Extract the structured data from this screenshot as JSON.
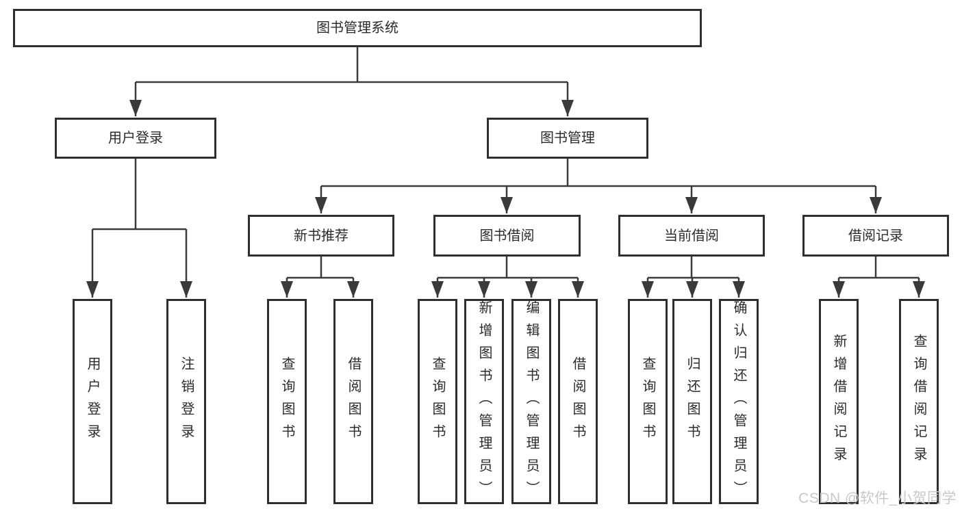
{
  "colors": {
    "line": "#3a3a3a",
    "box_border": "#2f2f2f",
    "text": "#2b2b2b",
    "watermark_text": "#c8c8c8",
    "background": "#ffffff"
  },
  "watermark": {
    "text": "CSDN @软件_小贺同学"
  },
  "tree": {
    "root": {
      "label": "图书管理系统",
      "children": [
        {
          "label": "用户登录",
          "children": [
            {
              "label": "用户登录"
            },
            {
              "label": "注销登录"
            }
          ]
        },
        {
          "label": "图书管理",
          "children": [
            {
              "label": "新书推荐",
              "children": [
                {
                  "label": "查询图书"
                },
                {
                  "label": "借阅图书"
                }
              ]
            },
            {
              "label": "图书借阅",
              "children": [
                {
                  "label": "查询图书"
                },
                {
                  "label": "新增图书（管理员）"
                },
                {
                  "label": "编辑图书（管理员）"
                },
                {
                  "label": "借阅图书"
                }
              ]
            },
            {
              "label": "当前借阅",
              "children": [
                {
                  "label": "查询图书"
                },
                {
                  "label": "归还图书"
                },
                {
                  "label": "确认归还（管理员）"
                }
              ]
            },
            {
              "label": "借阅记录",
              "children": [
                {
                  "label": "新增借阅记录"
                },
                {
                  "label": "查询借阅记录"
                }
              ]
            }
          ]
        }
      ]
    }
  }
}
